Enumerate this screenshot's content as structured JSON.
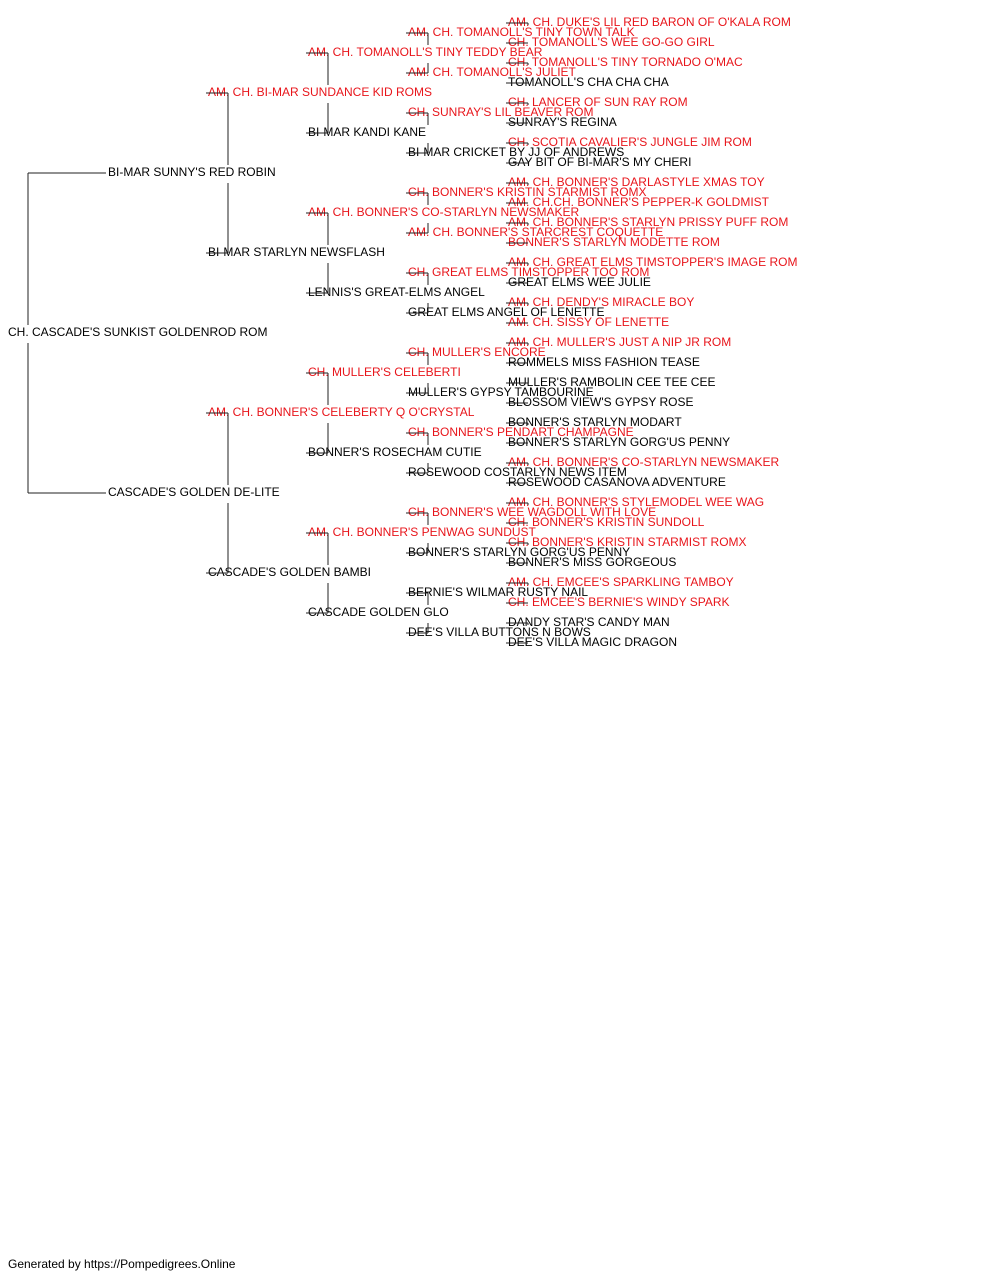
{
  "colors": {
    "titled": "#e8151b",
    "normal": "#000000",
    "lines": "#222222"
  },
  "pedigree": {
    "name": "CH. CASCADE'S SUNKIST GOLDENROD ROM",
    "titled": false,
    "sire": {
      "name": "BI-MAR SUNNY'S RED ROBIN",
      "titled": false,
      "sire": {
        "name": "AM. CH. BI-MAR SUNDANCE KID ROMS",
        "titled": true,
        "sire": {
          "name": "AM. CH. TOMANOLL'S TINY TEDDY BEAR",
          "titled": true,
          "sire": {
            "name": "AM. CH. TOMANOLL'S TINY TOWN TALK",
            "titled": true,
            "sire": {
              "name": "AM. CH. DUKE'S LIL RED BARON OF O'KALA ROM",
              "titled": true
            },
            "dam": {
              "name": "CH. TOMANOLL'S WEE GO-GO GIRL",
              "titled": true
            }
          },
          "dam": {
            "name": "AM. CH. TOMANOLL'S JULIET",
            "titled": true,
            "sire": {
              "name": "CH. TOMANOLL'S TINY TORNADO O'MAC",
              "titled": true
            },
            "dam": {
              "name": "TOMANOLL'S CHA CHA CHA",
              "titled": false
            }
          }
        },
        "dam": {
          "name": "BI-MAR KANDI KANE",
          "titled": false,
          "sire": {
            "name": "CH. SUNRAY'S LIL BEAVER ROM",
            "titled": true,
            "sire": {
              "name": "CH. LANCER OF SUN RAY ROM",
              "titled": true
            },
            "dam": {
              "name": "SUNRAY'S REGINA",
              "titled": false
            }
          },
          "dam": {
            "name": "BI-MAR CRICKET BY JJ OF ANDREWS",
            "titled": false,
            "sire": {
              "name": "CH. SCOTIA CAVALIER'S JUNGLE JIM ROM",
              "titled": true
            },
            "dam": {
              "name": "GAY BIT OF BI-MAR'S MY CHERI",
              "titled": false
            }
          }
        }
      },
      "dam": {
        "name": "BI-MAR STARLYN NEWSFLASH",
        "titled": false,
        "sire": {
          "name": "AM. CH. BONNER'S CO-STARLYN NEWSMAKER",
          "titled": true,
          "sire": {
            "name": "CH. BONNER'S KRISTIN STARMIST ROMX",
            "titled": true,
            "sire": {
              "name": "AM. CH. BONNER'S DARLASTYLE XMAS TOY",
              "titled": true
            },
            "dam": {
              "name": "AM. CH.CH. BONNER'S PEPPER-K GOLDMIST",
              "titled": true
            }
          },
          "dam": {
            "name": "AM. CH. BONNER'S STARCREST COQUETTE",
            "titled": true,
            "sire": {
              "name": "AM. CH. BONNER'S STARLYN PRISSY PUFF ROM",
              "titled": true
            },
            "dam": {
              "name": "BONNER'S STARLYN MODETTE ROM",
              "titled": true
            }
          }
        },
        "dam": {
          "name": "LENNIS'S GREAT-ELMS ANGEL",
          "titled": false,
          "sire": {
            "name": "CH. GREAT ELMS TIMSTOPPER TOO ROM",
            "titled": true,
            "sire": {
              "name": "AM. CH. GREAT ELMS TIMSTOPPER'S IMAGE ROM",
              "titled": true
            },
            "dam": {
              "name": "GREAT ELMS WEE JULIE",
              "titled": false
            }
          },
          "dam": {
            "name": "GREAT ELMS ANGEL OF LENETTE",
            "titled": false,
            "sire": {
              "name": "AM. CH. DENDY'S MIRACLE BOY",
              "titled": true
            },
            "dam": {
              "name": "AM. CH. SISSY OF LENETTE",
              "titled": true
            }
          }
        }
      }
    },
    "dam": {
      "name": "CASCADE'S GOLDEN DE-LITE",
      "titled": false,
      "sire": {
        "name": "AM. CH. BONNER'S CELEBERTY Q O'CRYSTAL",
        "titled": true,
        "sire": {
          "name": "CH. MULLER'S CELEBERTI",
          "titled": true,
          "sire": {
            "name": "CH. MULLER'S ENCORE",
            "titled": true,
            "sire": {
              "name": "AM. CH. MULLER'S JUST A NIP JR ROM",
              "titled": true
            },
            "dam": {
              "name": "ROMMELS MISS FASHION TEASE",
              "titled": false
            }
          },
          "dam": {
            "name": "MULLER'S GYPSY TAMBOURINE",
            "titled": false,
            "sire": {
              "name": "MULLER'S RAMBOLIN CEE TEE CEE",
              "titled": false
            },
            "dam": {
              "name": "BLOSSOM VIEW'S GYPSY ROSE",
              "titled": false
            }
          }
        },
        "dam": {
          "name": "BONNER'S ROSECHAM CUTIE",
          "titled": false,
          "sire": {
            "name": "CH. BONNER'S PENDART CHAMPAGNE",
            "titled": true,
            "sire": {
              "name": "BONNER'S STARLYN MODART",
              "titled": false
            },
            "dam": {
              "name": "BONNER'S STARLYN GORG'US PENNY",
              "titled": false
            }
          },
          "dam": {
            "name": "ROSEWOOD COSTARLYN NEWS ITEM",
            "titled": false,
            "sire": {
              "name": "AM. CH. BONNER'S CO-STARLYN NEWSMAKER",
              "titled": true
            },
            "dam": {
              "name": "ROSEWOOD CASANOVA ADVENTURE",
              "titled": false
            }
          }
        }
      },
      "dam": {
        "name": "CASCADE'S GOLDEN BAMBI",
        "titled": false,
        "sire": {
          "name": "AM. CH. BONNER'S PENWAG SUNDUST",
          "titled": true,
          "sire": {
            "name": "CH. BONNER'S WEE WAGDOLL WITH LOVE",
            "titled": true,
            "sire": {
              "name": "AM. CH. BONNER'S STYLEMODEL WEE WAG",
              "titled": true
            },
            "dam": {
              "name": "CH. BONNER'S KRISTIN SUNDOLL",
              "titled": true
            }
          },
          "dam": {
            "name": "BONNER'S STARLYN GORG'US PENNY",
            "titled": false,
            "sire": {
              "name": "CH. BONNER'S KRISTIN STARMIST ROMX",
              "titled": true
            },
            "dam": {
              "name": "BONNER'S MISS GORGEOUS",
              "titled": false
            }
          }
        },
        "dam": {
          "name": "CASCADE GOLDEN GLO",
          "titled": false,
          "sire": {
            "name": "BERNIE'S WILMAR RUSTY NAIL",
            "titled": false,
            "sire": {
              "name": "AM. CH. EMCEE'S SPARKLING TAMBOY",
              "titled": true
            },
            "dam": {
              "name": "CH. EMCEE'S BERNIE'S WINDY SPARK",
              "titled": true
            }
          },
          "dam": {
            "name": "DEE'S VILLA BUTTONS N BOWS",
            "titled": false,
            "sire": {
              "name": "DANDY STAR'S CANDY MAN",
              "titled": false
            },
            "dam": {
              "name": "DEE'S VILLA MAGIC DRAGON",
              "titled": false
            }
          }
        }
      }
    }
  },
  "footer": "Generated by https://Pompedigrees.Online"
}
